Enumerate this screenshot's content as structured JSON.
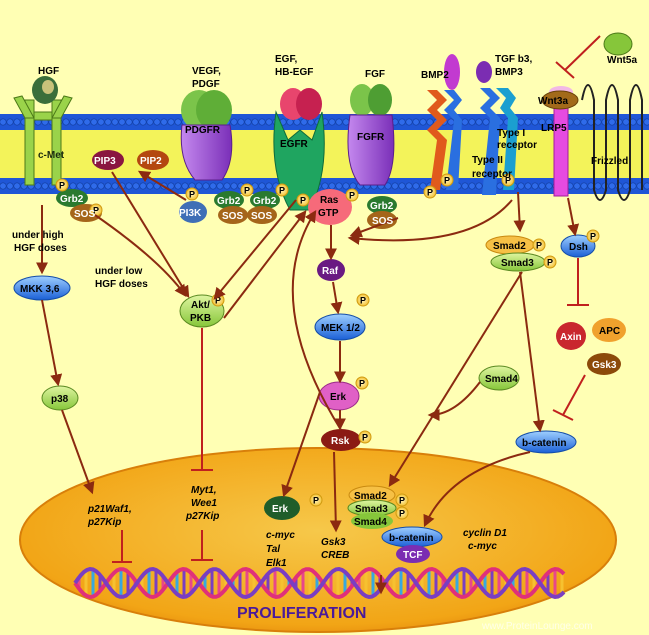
{
  "colors": {
    "background": "#ffffb4",
    "membrane": "#1f56d6",
    "membrane_core": "#f3f35a",
    "nucleus": "#f4a11a",
    "arrow": "#8b2a10",
    "inhibit": "#c0201e"
  },
  "receptors": {
    "hgf": "HGF",
    "cmet": "c-Met",
    "vegf": "VEGF,",
    "pdgf": "PDGF",
    "pdgfr": "PDGFR",
    "egf": "EGF,",
    "hbegf": "HB-EGF",
    "egfr": "EGFR",
    "fgf": "FGF",
    "fgfr": "FGFR",
    "bmp2": "BMP2",
    "tgf1": "TGF b3,",
    "tgf2": "BMP3",
    "type1a": "Type I",
    "type1b": "receptor",
    "type2a": "Type II",
    "type2b": "receptor",
    "wnt5a": "Wnt5a",
    "wnt3a": "Wnt3a",
    "lrp5": "LRP5",
    "frizzled": "Frizzled"
  },
  "nodes": {
    "pip3": "PIP3",
    "pip2": "PIP2",
    "grb2": "Grb2",
    "sos": "SOS",
    "pi3k": "PI3K",
    "ras": "Ras",
    "gtp": "GTP",
    "raf": "Raf",
    "mek": "MEK 1/2",
    "erk": "Erk",
    "rsk": "Rsk",
    "akt": "Akt/",
    "pkb": "PKB",
    "mkk": "MKK 3,6",
    "p38": "p38",
    "smad2": "Smad2",
    "smad3": "Smad3",
    "smad4": "Smad4",
    "dsh": "Dsh",
    "axin": "Axin",
    "apc": "APC",
    "gsk3": "Gsk3",
    "bcat": "b-catenin",
    "tcf": "TCF",
    "phos": "P"
  },
  "labels": {
    "high1": "under high",
    "high2": "HGF doses",
    "low1": "under low",
    "low2": "HGF doses"
  },
  "nucleus": {
    "t1": "p21Waf1,",
    "t2": "p27Kip",
    "t3": "Myt1,",
    "t4": "Wee1",
    "t5": "p27Kip",
    "t6": "c-myc",
    "t7": "Tal",
    "t8": "Elk1",
    "t9": "Gsk3",
    "t10": "CREB",
    "t11": "cyclin D1",
    "t12": "c-myc",
    "proliferation": "PROLIFERATION",
    "watermark": "www.ProteinLounge.com"
  }
}
